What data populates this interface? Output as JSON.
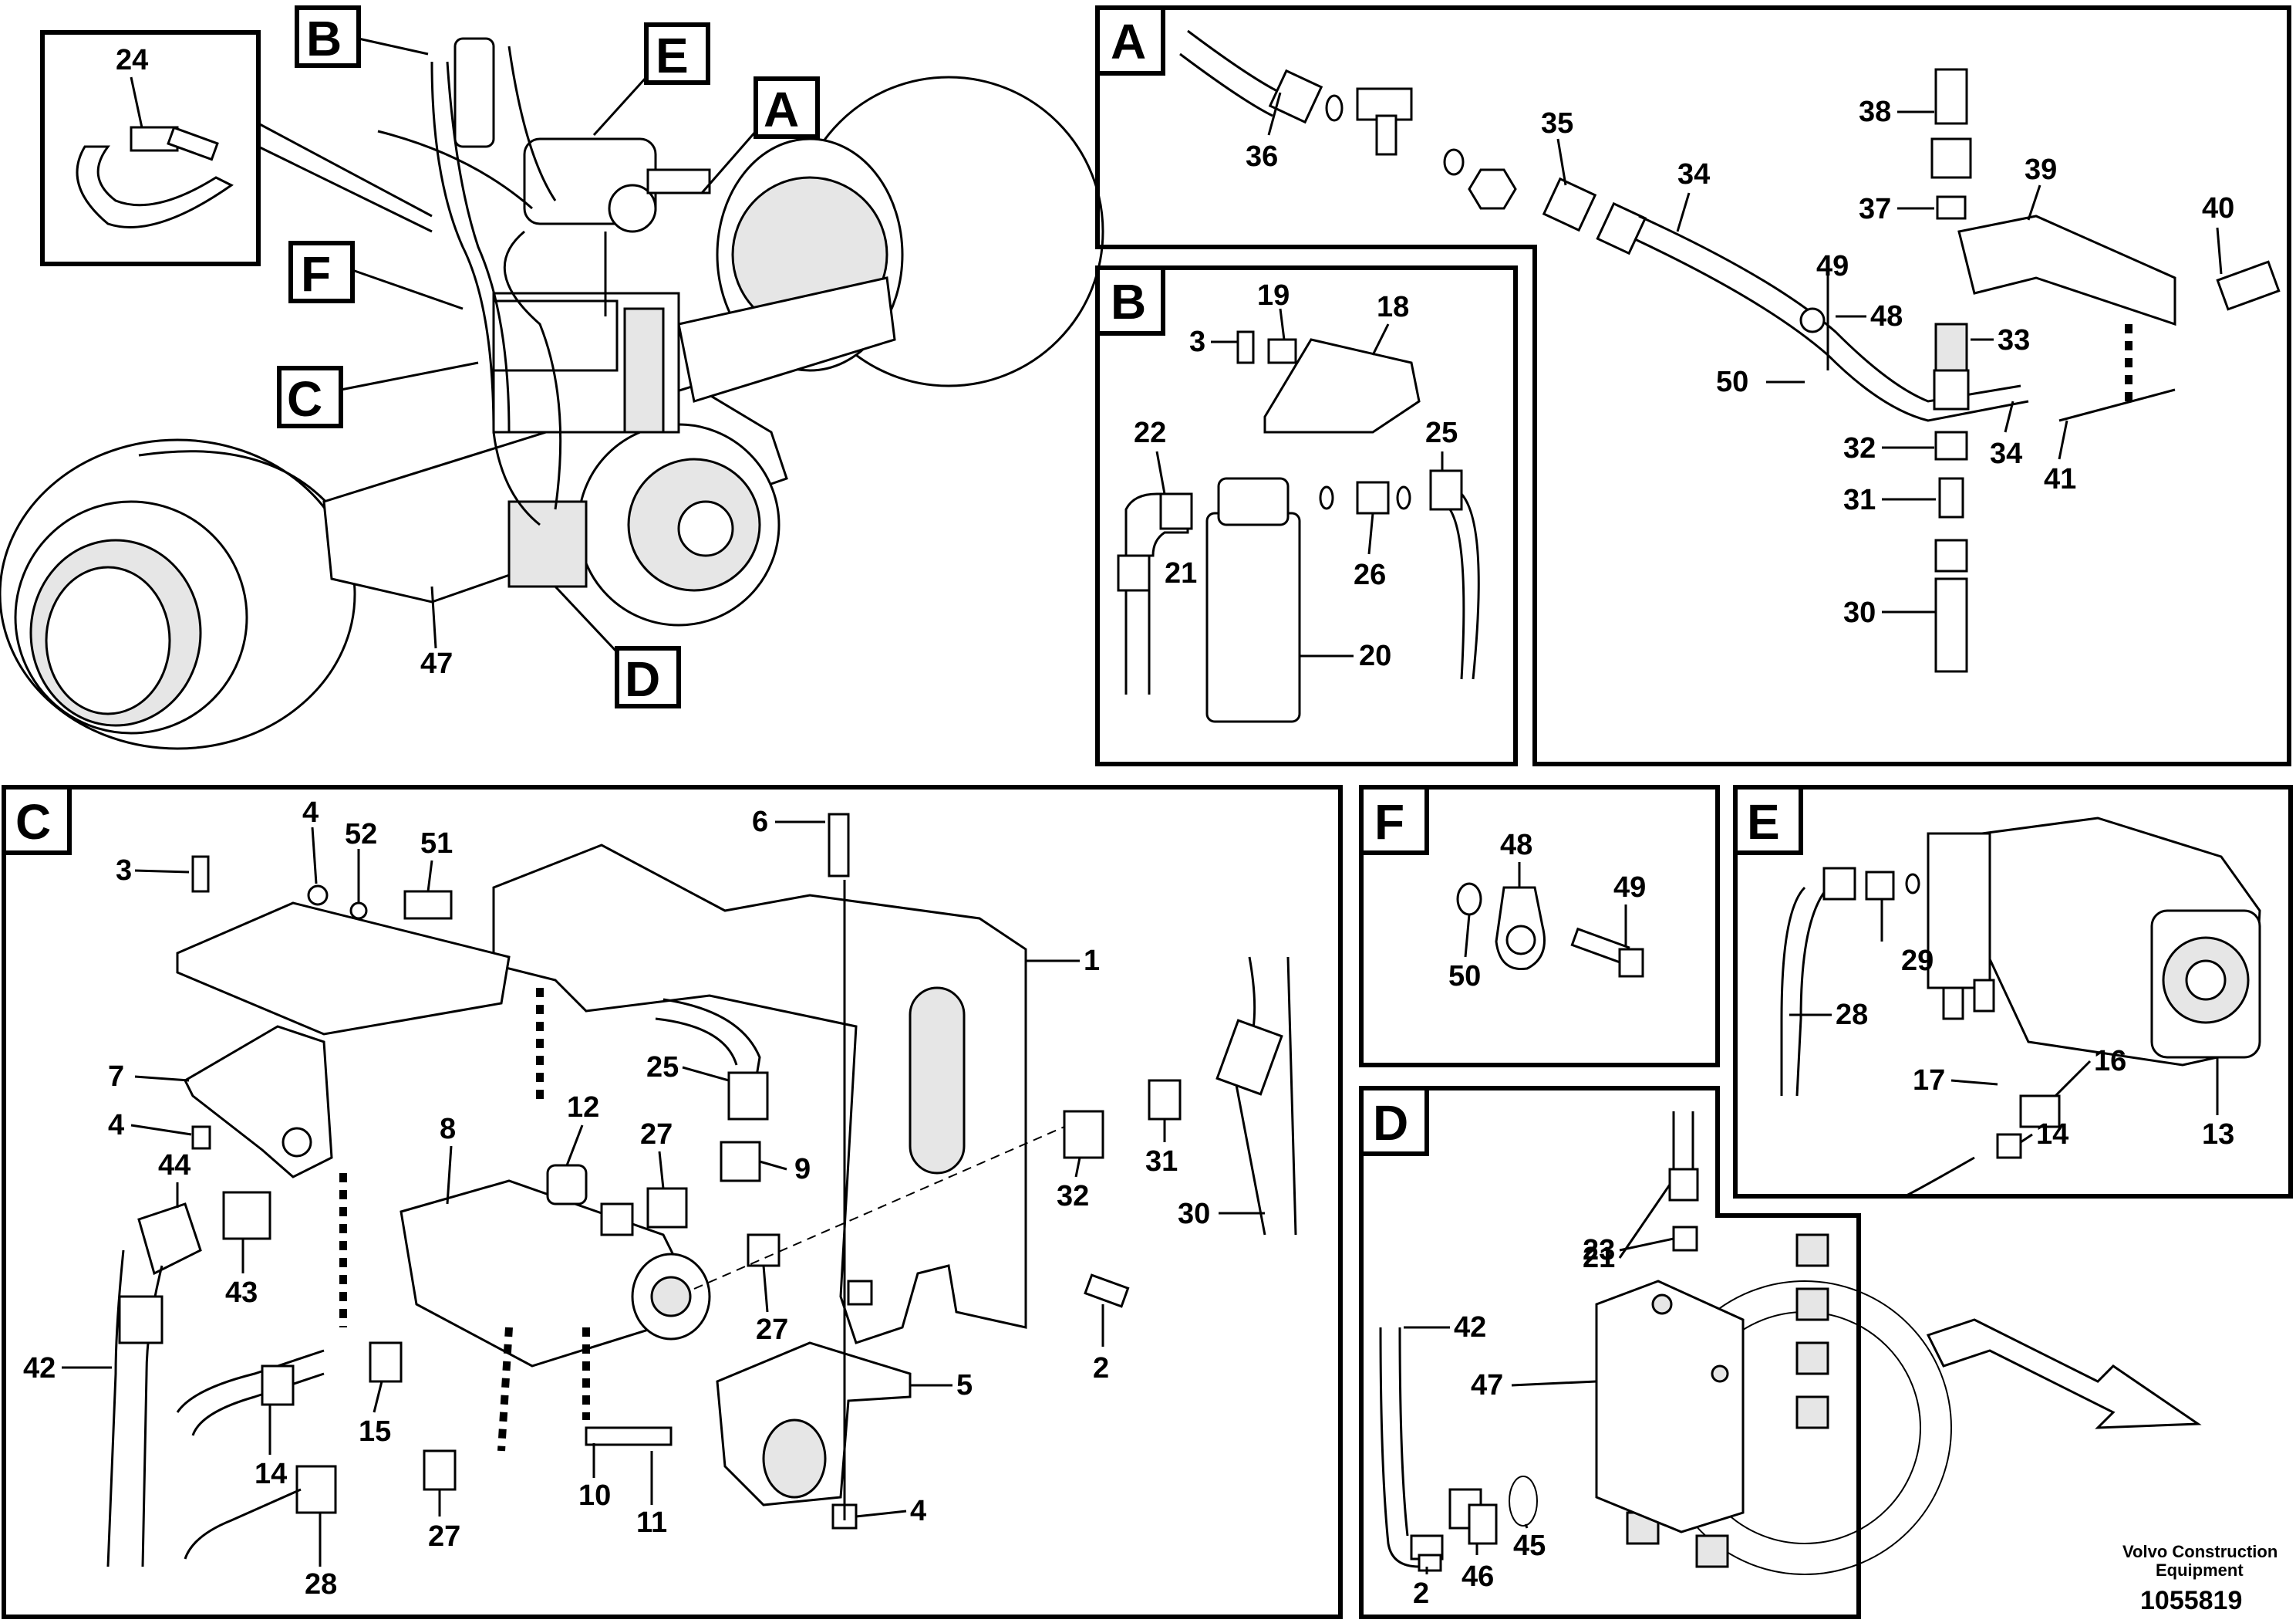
{
  "overview": {
    "callouts": {
      "B": "B",
      "E": "E",
      "A": "A",
      "F": "F",
      "C": "C",
      "D": "D"
    },
    "item_24": "24",
    "item_47": "47"
  },
  "panel_A": {
    "label": "A",
    "items": [
      "36",
      "35",
      "34",
      "38",
      "39",
      "40",
      "37",
      "49",
      "48",
      "33",
      "50",
      "32",
      "34",
      "41",
      "31",
      "30"
    ]
  },
  "panel_B": {
    "label": "B",
    "items": [
      "19",
      "18",
      "3",
      "22",
      "25",
      "21",
      "26",
      "20"
    ]
  },
  "panel_C": {
    "label": "C",
    "items": [
      "4",
      "52",
      "51",
      "6",
      "3",
      "1",
      "7",
      "4",
      "25",
      "12",
      "8",
      "27",
      "9",
      "44",
      "32",
      "31",
      "30",
      "43",
      "27",
      "42",
      "2",
      "15",
      "5",
      "14",
      "10",
      "11",
      "4",
      "27",
      "28"
    ]
  },
  "panel_F": {
    "label": "F",
    "items": [
      "48",
      "49",
      "50"
    ]
  },
  "panel_E": {
    "label": "E",
    "items": [
      "29",
      "28",
      "16",
      "17",
      "14",
      "13"
    ]
  },
  "panel_D": {
    "label": "D",
    "items": [
      "21",
      "23",
      "42",
      "47",
      "2",
      "46",
      "45"
    ]
  },
  "footer": {
    "company": "Volvo Construction",
    "company_line2": "Equipment",
    "drawing_number": "1055819"
  }
}
